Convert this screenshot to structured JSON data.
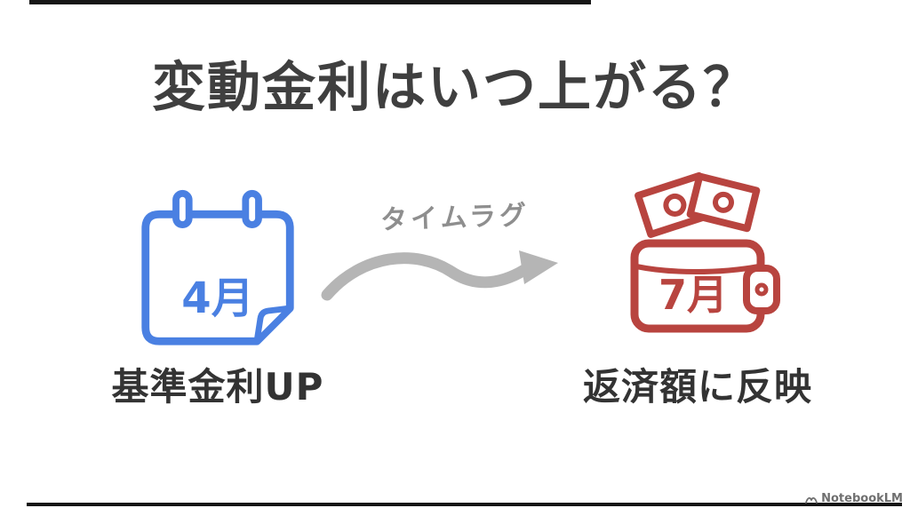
{
  "title": "変動金利はいつ上がる？",
  "diagram": {
    "left": {
      "icon": "calendar-icon",
      "accent_color": "#4a80e2",
      "month": "4月",
      "label": "基準金利UP"
    },
    "arrow": {
      "icon": "timelag-arrow-icon",
      "label": "タイムラグ",
      "color": "#b5b5b5"
    },
    "right": {
      "icon": "wallet-icon",
      "accent_color": "#b8443f",
      "month": "7月",
      "label": "返済額に反映"
    }
  },
  "watermark": {
    "logo": "notebooklm-logo-icon",
    "label": "NotebookLM"
  },
  "colors": {
    "title_text": "#3f3f3f",
    "label_text": "#333333",
    "muted_text": "#8e8e8e",
    "background": "#ffffff"
  }
}
